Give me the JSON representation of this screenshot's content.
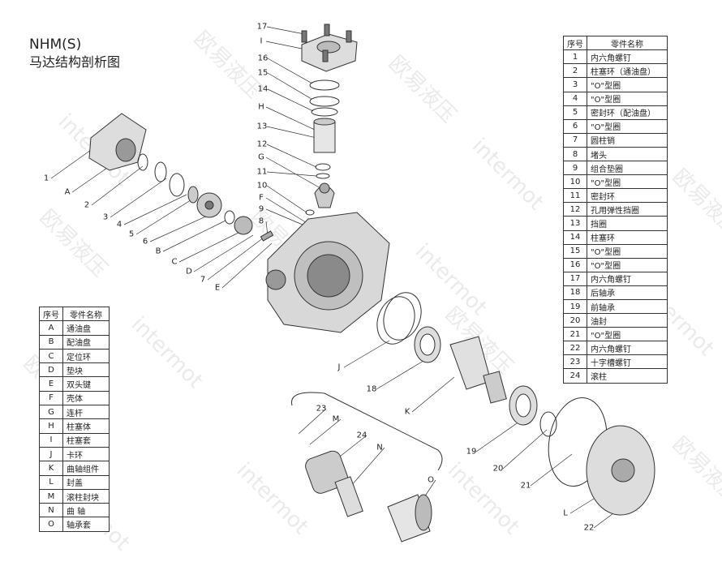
{
  "title": {
    "line1": "NHM(S)",
    "line2": "马达结构剖析图"
  },
  "watermark": [
    "欧易液压",
    "intermot"
  ],
  "left_table": {
    "headers": [
      "序号",
      "零件名称"
    ],
    "rows": [
      [
        "A",
        "通油盘"
      ],
      [
        "B",
        "配油盘"
      ],
      [
        "C",
        "定位环"
      ],
      [
        "D",
        "垫块"
      ],
      [
        "E",
        "双头键"
      ],
      [
        "F",
        "壳体"
      ],
      [
        "G",
        "连杆"
      ],
      [
        "H",
        "柱塞体"
      ],
      [
        "I",
        "柱塞套"
      ],
      [
        "J",
        "卡环"
      ],
      [
        "K",
        "曲轴组件"
      ],
      [
        "L",
        "封盖"
      ],
      [
        "M",
        "滚柱封块"
      ],
      [
        "N",
        "曲 轴"
      ],
      [
        "O",
        "轴承套"
      ]
    ]
  },
  "right_table": {
    "headers": [
      "序号",
      "零件名称"
    ],
    "rows": [
      [
        "1",
        "内六角螺钉"
      ],
      [
        "2",
        "柱塞环（通油盘）"
      ],
      [
        "3",
        "\"O\"型圈"
      ],
      [
        "4",
        "\"O\"型圈"
      ],
      [
        "5",
        "密封环（配油盘）"
      ],
      [
        "6",
        "\"O\"型圈"
      ],
      [
        "7",
        "圆柱销"
      ],
      [
        "8",
        "堵头"
      ],
      [
        "9",
        "组合垫圈"
      ],
      [
        "10",
        "\"O\"型圈"
      ],
      [
        "11",
        "密封环"
      ],
      [
        "12",
        "孔用弹性挡圈"
      ],
      [
        "13",
        "挡圈"
      ],
      [
        "14",
        "柱塞环"
      ],
      [
        "15",
        "\"O\"型圈"
      ],
      [
        "16",
        "\"O\"型圈"
      ],
      [
        "17",
        "内六角螺钉"
      ],
      [
        "18",
        "后轴承"
      ],
      [
        "19",
        "前轴承"
      ],
      [
        "20",
        "油封"
      ],
      [
        "21",
        "\"O\"型圈"
      ],
      [
        "22",
        "内六角螺钉"
      ],
      [
        "23",
        "十字槽螺钉"
      ],
      [
        "24",
        "滚柱"
      ]
    ]
  },
  "callouts": [
    "17",
    "I",
    "16",
    "15",
    "14",
    "H",
    "13",
    "12",
    "G",
    "11",
    "10",
    "F",
    "9",
    "8",
    "1",
    "A",
    "2",
    "3",
    "4",
    "5",
    "6",
    "B",
    "C",
    "D",
    "7",
    "E",
    "J",
    "18",
    "K",
    "23",
    "M",
    "24",
    "N",
    "O",
    "19",
    "20",
    "21",
    "L",
    "22"
  ]
}
